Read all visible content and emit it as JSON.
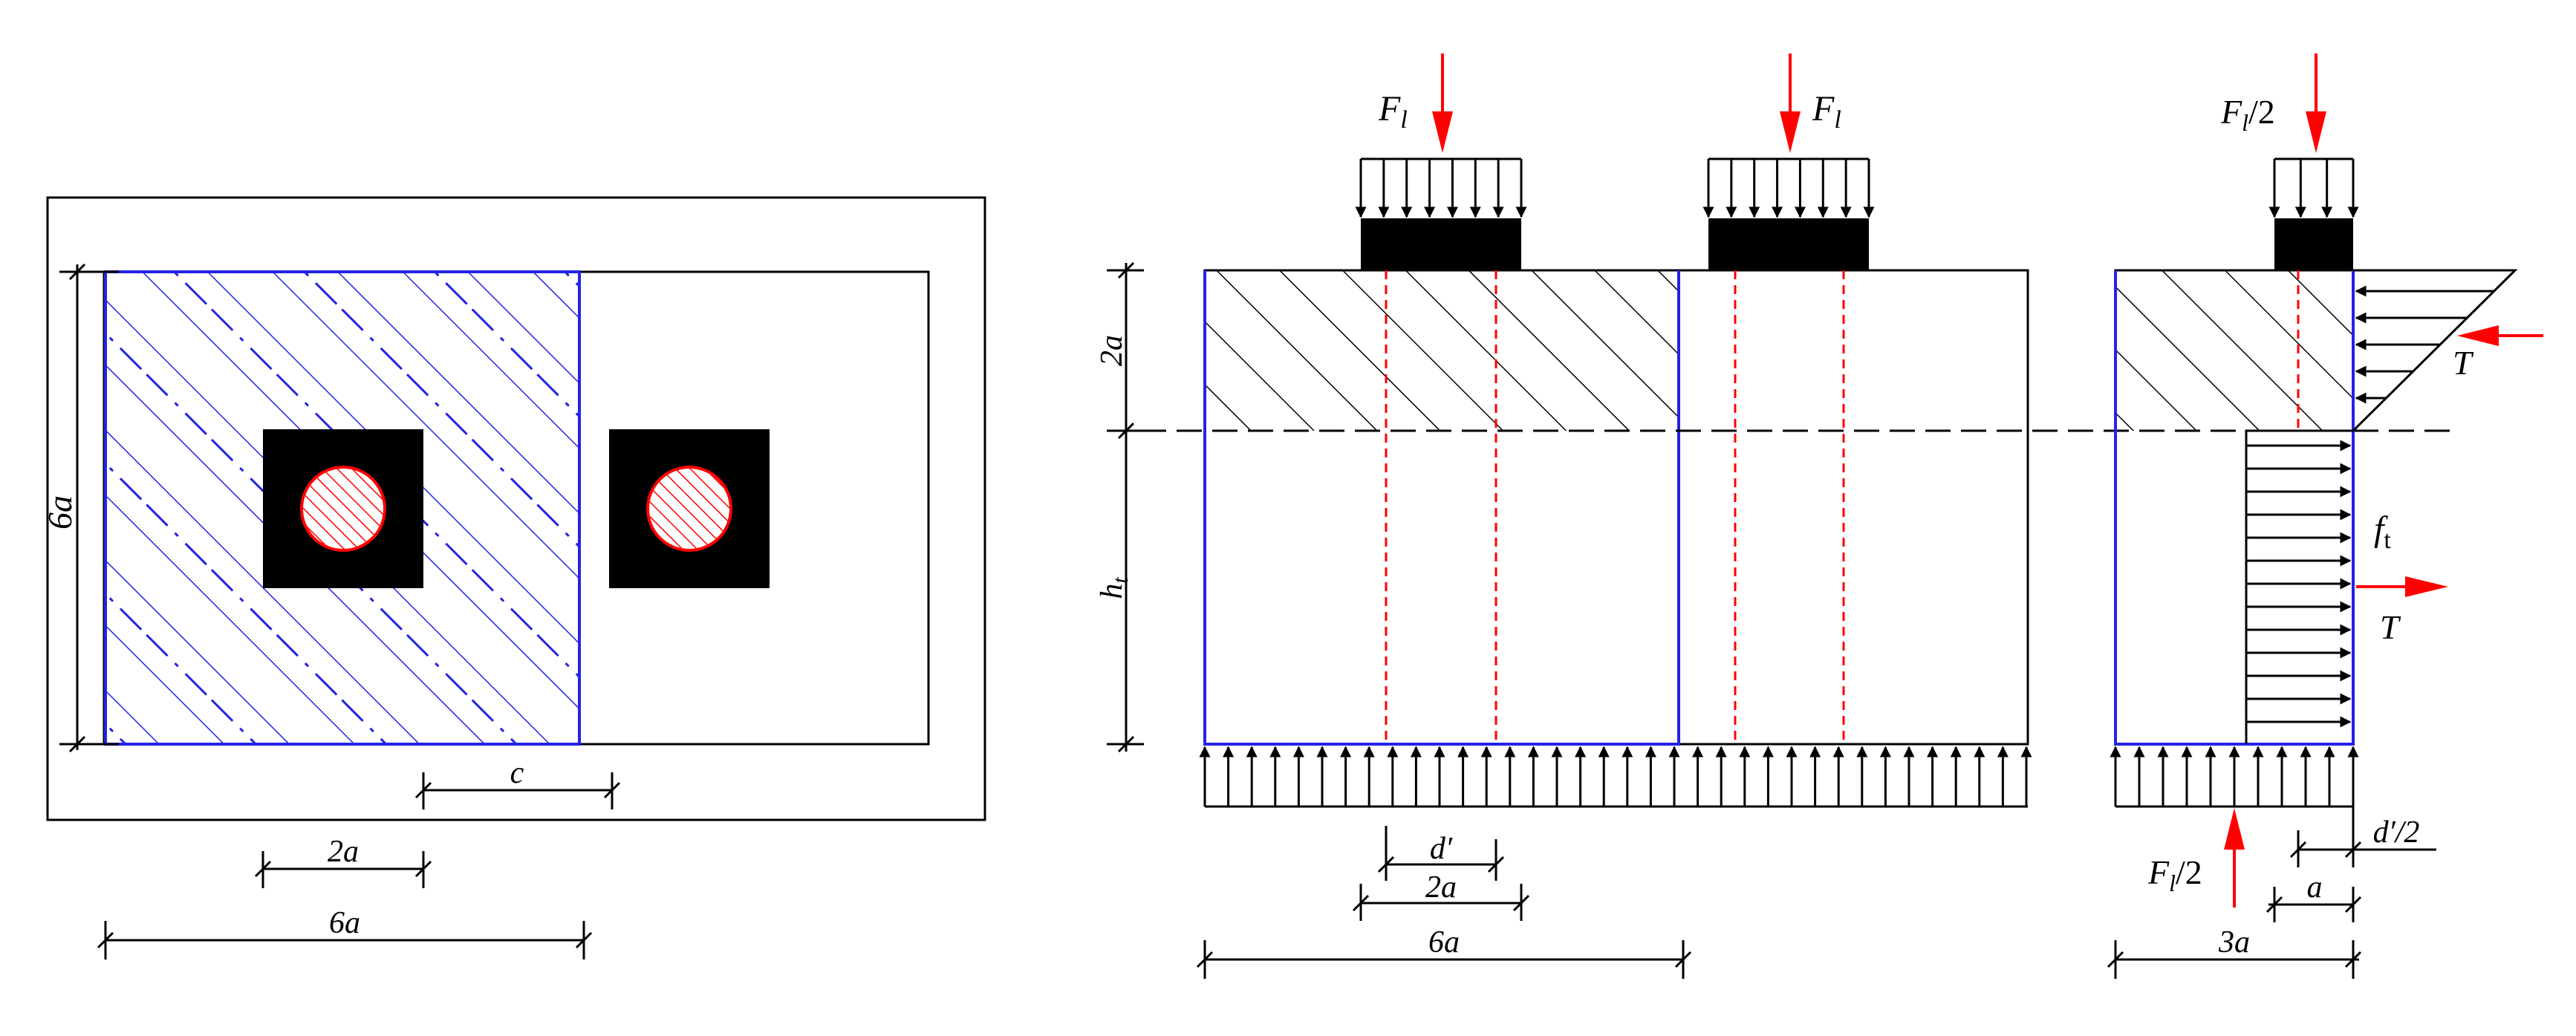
{
  "colors": {
    "line": "#000000",
    "blue": "#2323e6",
    "red": "#ff0000",
    "block": "#000000"
  },
  "plan": {
    "dim_height": "6a",
    "dim_c": "c",
    "dim_2a": "2a",
    "dim_6a": "6a"
  },
  "elevation": {
    "load_left": "F",
    "load_left_sub": "l",
    "load_right": "F",
    "load_right_sub": "l",
    "dim_top": "2a",
    "dim_h": "h",
    "dim_h_sub": "t",
    "dim_dprime": "d′",
    "dim_2a": "2a",
    "dim_6a": "6a"
  },
  "section": {
    "load_top": "F",
    "load_top_sub": "l",
    "load_top_tail": "/2",
    "force_T_upper": "T",
    "stress_label": "f",
    "stress_sub": "t",
    "force_T_lower": "T",
    "load_bottom": "F",
    "load_bottom_sub": "l",
    "load_bottom_tail": "/2",
    "dim_dprime_half": "d′/2",
    "dim_a": "a",
    "dim_3a": "3a"
  }
}
